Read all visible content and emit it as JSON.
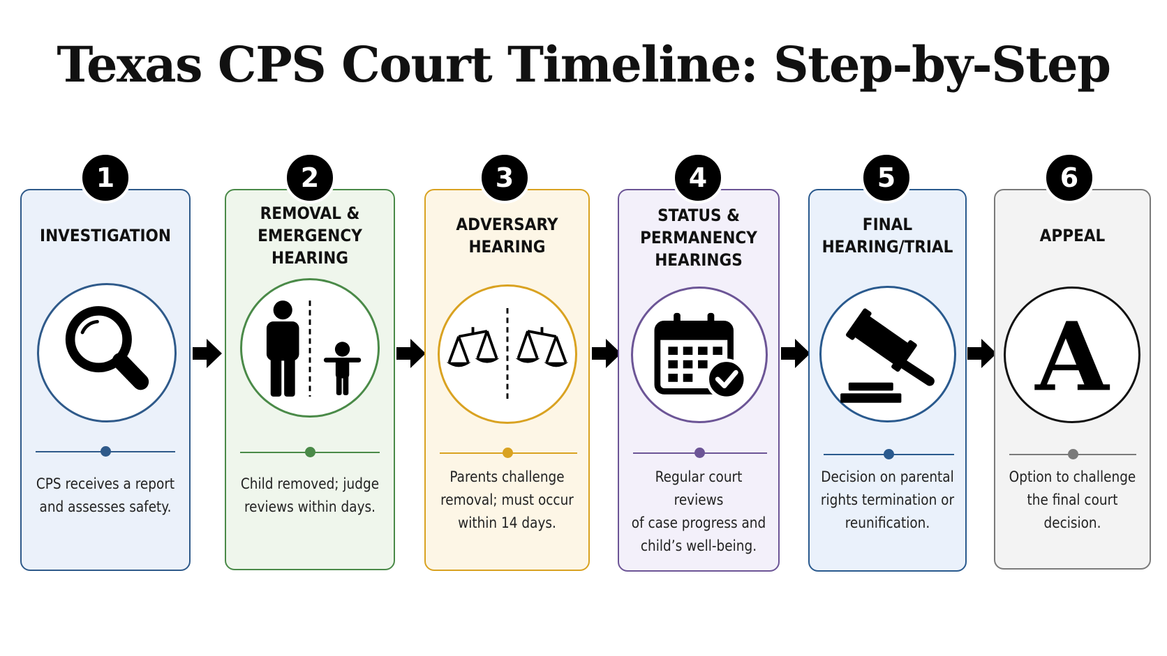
{
  "title": "Texas CPS Court Timeline: Step-by-Step",
  "steps": [
    {
      "number": "1",
      "heading": "INVESTIGATION",
      "icon": "magnifying-glass-icon",
      "description": "CPS receives a report\nand assesses safety.",
      "color": "#2f5a8a",
      "fill": "#ebf1fa"
    },
    {
      "number": "2",
      "heading": "REMOVAL &\nEMERGENCY HEARING",
      "icon": "adult-child-separation-icon",
      "description": "Child removed; judge\nreviews within days.",
      "color": "#4a8a48",
      "fill": "#eff6ec"
    },
    {
      "number": "3",
      "heading": "ADVERSARY\nHEARING",
      "icon": "scales-of-justice-icon",
      "description": "Parents challenge\nremoval; must occur\nwithin 14 days.",
      "color": "#d9a221",
      "fill": "#fdf6e6"
    },
    {
      "number": "4",
      "heading": "STATUS &\nPERMANENCY\nHEARINGS",
      "icon": "calendar-check-icon",
      "description": "Regular court reviews\nof case progress and\nchild’s well-being.",
      "color": "#6c5596",
      "fill": "#f3f0fa"
    },
    {
      "number": "5",
      "heading": "FINAL\nHEARING/TRIAL",
      "icon": "gavel-icon",
      "description": "Decision on parental\nrights termination or\nreunification.",
      "color": "#2a5a8e",
      "fill": "#eaf1fb"
    },
    {
      "number": "6",
      "heading": "APPEAL",
      "icon": "letter-a-icon",
      "description": "Option to challenge\nthe final court\ndecision.",
      "color": "#7a7a7a",
      "fill": "#f3f3f3"
    }
  ],
  "arrow_icon": "right-arrow-icon",
  "icon_letter": "A"
}
